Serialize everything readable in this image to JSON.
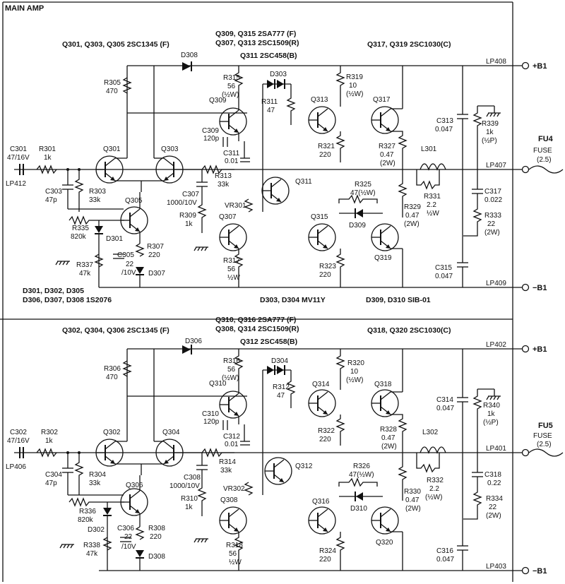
{
  "title": "MAIN AMP",
  "rails": {
    "lp408": "LP408",
    "lp407": "LP407",
    "lp409": "LP409",
    "lp402": "LP402",
    "lp401": "LP401",
    "lp403": "LP403",
    "lp412": "LP412",
    "lp406": "LP406",
    "b1_pos": "+B1",
    "b1_neg": "−B1",
    "b1_pos2": "+B1",
    "b1_neg2": "−B1"
  },
  "top": {
    "hdr_q301": "Q301, Q303, Q305   2SC1345 (F)",
    "hdr_q309a": "Q309, Q315   2SA777 (F)",
    "hdr_q309b": "Q307, Q313   2SC1509(R)",
    "hdr_q311": "Q311   2SC458(B)",
    "hdr_q317": "Q317, Q319   2SC1030(C)",
    "hdr_d301a": "D301, D302, D305",
    "hdr_d301b": "D306, D307, D308      1S2076",
    "hdr_d303": "D303, D304   MV11Y",
    "hdr_d309": "D309, D310   SIB-01",
    "fu": "FU4",
    "fuse": "FUSE",
    "fuse_val": "(2.5)",
    "q301": "Q301",
    "q303": "Q303",
    "q305": "Q305",
    "q307": "Q307",
    "q309": "Q309",
    "q311": "Q311",
    "q313": "Q313",
    "q315": "Q315",
    "q317": "Q317",
    "q319": "Q319",
    "d308": "D308",
    "d303": "D303",
    "d301": "D301",
    "d307": "D307",
    "d309": "D309",
    "c301a": "C301",
    "c301b": "47/16V",
    "r301a": "R301",
    "r301b": "1k",
    "c303a": "C303",
    "c303b": "47p",
    "r303a": "R303",
    "r303b": "33k",
    "r305a": "R305",
    "r305b": "470",
    "r335a": "R335",
    "r335b": "820k",
    "r337a": "R337",
    "r337b": "47k",
    "c305a": "C305",
    "c305b": "22",
    "c305c": "/10V",
    "r307a": "R307",
    "r307b": "220",
    "c307a": "C307",
    "c307b": "1000/10V",
    "r309a": "R309",
    "r309b": "1k",
    "r313a": "R313",
    "r313b": "33k",
    "c309a": "C309",
    "c309b": "120p",
    "c311a": "C311",
    "c311b": "0.01",
    "r315a": "R315",
    "r315b": "56",
    "r315c": "(½W)",
    "r311a": "R311",
    "r311b": "47",
    "vr301": "VR301",
    "r317a": "R317",
    "r317b": "56",
    "r317c": "½W",
    "r319a": "R319",
    "r319b": "10",
    "r319c": "(½W)",
    "r321a": "R321",
    "r321b": "220",
    "r323a": "R323",
    "r323b": "220",
    "r325a": "R325",
    "r325b": "47(½W)",
    "r327a": "R327",
    "r327b": "0.47",
    "r327c": "(2W)",
    "r329a": "R329",
    "r329b": "0.47",
    "r329c": "(2W)",
    "l301": "L301",
    "r331a": "R331",
    "r331b": "2.2",
    "r331c": "½W",
    "c313a": "C313",
    "c313b": "0.047",
    "r339a": "R339",
    "r339b": "1k",
    "r339c": "(½P)",
    "c317a": "C317",
    "c317b": "0.022",
    "r333a": "R333",
    "r333b": "22",
    "r333c": "(2W)",
    "c315a": "C315",
    "c315b": "0.047"
  },
  "bot": {
    "hdr_q302": "Q302, Q304, Q306   2SC1345 (F)",
    "hdr_q310a": "Q310, Q316   2SA777 (F)",
    "hdr_q310b": "Q308, Q314   2SC1509(R)",
    "hdr_q312": "Q312   2SC458(B)",
    "hdr_q318": "Q318, Q320   2SC1030(C)",
    "fu": "FU5",
    "fuse": "FUSE",
    "fuse_val": "(2.5)",
    "q302": "Q302",
    "q304": "Q304",
    "q306": "Q306",
    "q308": "Q308",
    "q310": "Q310",
    "q312": "Q312",
    "q314": "Q314",
    "q316": "Q316",
    "q318": "Q318",
    "q320": "Q320",
    "d306": "D306",
    "d304": "D304",
    "d302": "D302",
    "d308": "D308",
    "d310": "D310",
    "c302a": "C302",
    "c302b": "47/16V",
    "r302a": "R302",
    "r302b": "1k",
    "c304a": "C304",
    "c304b": "47p",
    "r304a": "R304",
    "r304b": "33k",
    "r306a": "R306",
    "r306b": "470",
    "r336a": "R336",
    "r336b": "820k",
    "r338a": "R338",
    "r338b": "47k",
    "c306a": "C306",
    "c306b": "22",
    "c306c": "/10V",
    "r308a": "R308",
    "r308b": "220",
    "c308a": "C308",
    "c308b": "1000/10V",
    "r310a": "R310",
    "r310b": "1k",
    "r314a": "R314",
    "r314b": "33k",
    "c310a": "C310",
    "c310b": "120p",
    "c312a": "C312",
    "c312b": "0.01",
    "r316a": "R316",
    "r316b": "56",
    "r316c": "(½W)",
    "r312a": "R312",
    "r312b": "47",
    "vr302": "VR302",
    "r318a": "R318",
    "r318b": "56",
    "r318c": "½W",
    "r320a": "R320",
    "r320b": "10",
    "r320c": "(½W)",
    "r322a": "R322",
    "r322b": "220",
    "r324a": "R324",
    "r324b": "220",
    "r326a": "R326",
    "r326b": "47(½W)",
    "r328a": "R328",
    "r328b": "0.47",
    "r328c": "(2W)",
    "r330a": "R330",
    "r330b": "0.47",
    "r330c": "(2W)",
    "l302": "L302",
    "r332a": "R332",
    "r332b": "2.2",
    "r332c": "(½W)",
    "c314a": "C314",
    "c314b": "0.047",
    "r340a": "R340",
    "r340b": "1k",
    "r340c": "(½P)",
    "c318a": "C318",
    "c318b": "0.22",
    "r334a": "R334",
    "r334b": "22",
    "r334c": "(2W)",
    "c316a": "C316",
    "c316b": "0.047"
  }
}
